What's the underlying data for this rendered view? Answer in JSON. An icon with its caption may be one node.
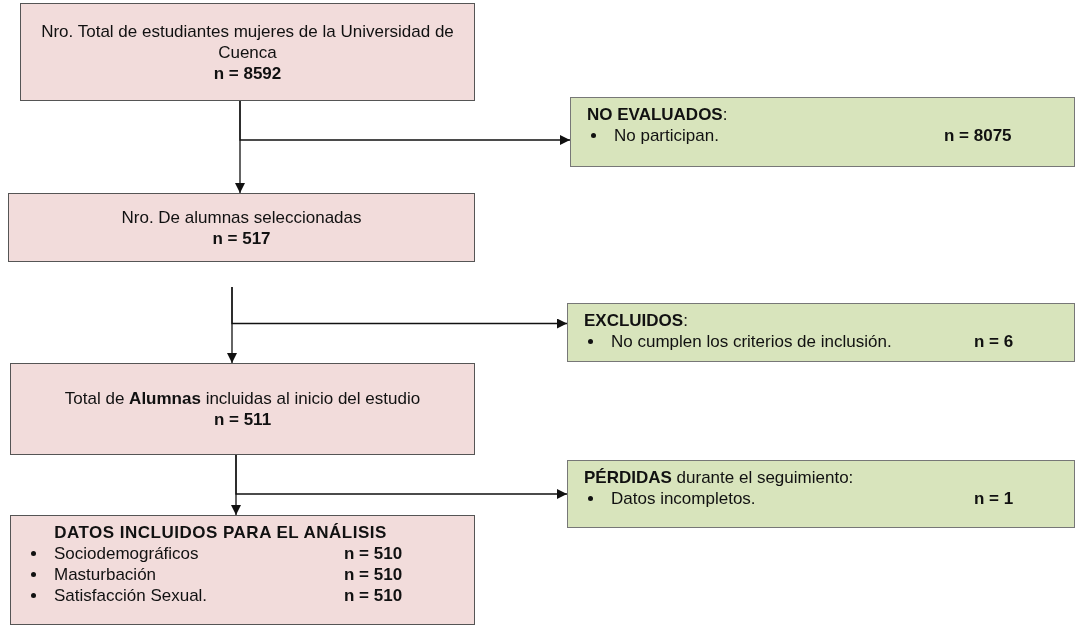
{
  "diagram": {
    "nodes": [
      {
        "text": [
          "Nro. Total de estudiantes mujeres de la Universidad de Cuenca",
          "n = 8592"
        ]
      },
      {
        "text": [
          "**NO EVALUADOS**:",
          "No participan.",
          "n = 8075"
        ]
      },
      {
        "text": [
          "Nro. De alumnas seleccionadas",
          "n = 517"
        ]
      },
      {
        "text": [
          "**EXCLUIDOS**:",
          "No cumplen los criterios de inclusión.",
          "n = 6"
        ]
      },
      {
        "text": [
          "Total de **Alumnas** incluidas al inicio del estudio",
          "n = 511"
        ]
      },
      {
        "text": [
          "**PÉRDIDAS** durante el seguimiento:",
          "Datos incompletos.",
          "n = 1"
        ]
      },
      {
        "text": [
          "DATOS INCLUIDOS PARA EL ANÁLISIS",
          "Sociodemográficos",
          "n = 510",
          "Masturbación",
          "n = 510",
          "Satisfacción Sexual.",
          "n = 510"
        ]
      }
    ],
    "edges": [
      {
        "from": 0,
        "to": 1,
        "arrow": "to"
      },
      {
        "from": 0,
        "to": 2,
        "arrow": "to"
      },
      {
        "from": null,
        "to": 3,
        "arrow": "to"
      },
      {
        "from": null,
        "to": 4,
        "arrow": "to"
      },
      {
        "from": 4,
        "to": 5,
        "arrow": "to"
      },
      {
        "from": 4,
        "to": 6,
        "arrow": "to"
      }
    ]
  }
}
